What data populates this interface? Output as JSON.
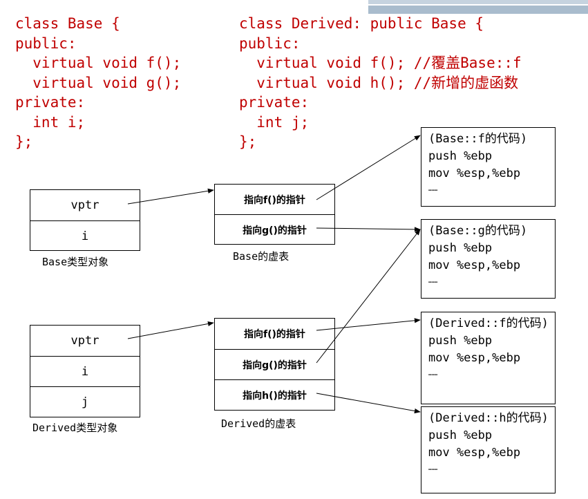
{
  "base_class_code": [
    "class Base {",
    "public:",
    "  virtual void f();",
    "  virtual void g();",
    "private:",
    "  int i;",
    "};"
  ],
  "derived_class_code": [
    "class Derived: public Base {",
    "public:",
    "  virtual void f(); //覆盖Base::f",
    "  virtual void h(); //新增的虚函数",
    "private:",
    "  int j;",
    "};"
  ],
  "base_object": {
    "cells": [
      "vptr",
      "i"
    ],
    "caption": "Base类型对象"
  },
  "base_vtable": {
    "cells": [
      "指向f()的指针",
      "指向g()的指针"
    ],
    "caption": "Base的虚表"
  },
  "derived_object": {
    "cells": [
      "vptr",
      "i",
      "j"
    ],
    "caption": "Derived类型对象"
  },
  "derived_vtable": {
    "cells": [
      "指向f()的指针",
      "指向g()的指针",
      "指向h()的指针"
    ],
    "caption": "Derived的虚表"
  },
  "code_boxes": {
    "base_f": [
      "(Base::f的代码)",
      "push %ebp",
      "mov %esp,%ebp",
      "……"
    ],
    "base_g": [
      "(Base::g的代码)",
      "push %ebp",
      "mov %esp,%ebp",
      "……"
    ],
    "derived_f": [
      "(Derived::f的代码)",
      "push %ebp",
      "mov %esp,%ebp",
      "……"
    ],
    "derived_h": [
      "(Derived::h的代码)",
      "push %ebp",
      "mov %esp,%ebp",
      "……"
    ]
  },
  "colors": {
    "code_text": "#c00000",
    "decoration_light": "#c6d3df",
    "decoration_dark": "#a9bccd"
  }
}
